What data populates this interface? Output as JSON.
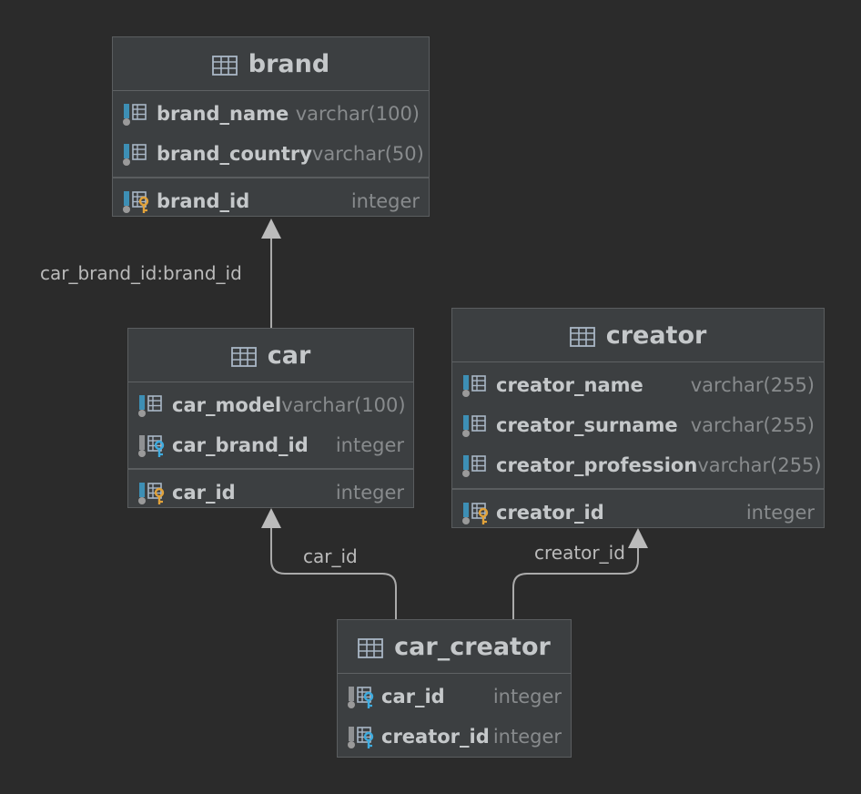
{
  "colors": {
    "background": "#2b2b2b",
    "table_bg": "#3c3f41",
    "column_icon": "#3d8fb5",
    "pk_key": "#e1a23a",
    "fk_key": "#3dabdf",
    "edge": "#aaaaaa"
  },
  "tables": {
    "brand": {
      "title": "brand",
      "columns": [
        {
          "name": "brand_name",
          "type": "varchar(100)",
          "icon": "column-icon"
        },
        {
          "name": "brand_country",
          "type": "varchar(50)",
          "icon": "column-icon"
        }
      ],
      "pk": {
        "name": "brand_id",
        "type": "integer",
        "icon": "primary-key-icon"
      }
    },
    "car": {
      "title": "car",
      "columns": [
        {
          "name": "car_model",
          "type": "varchar(100)",
          "icon": "column-icon"
        },
        {
          "name": "car_brand_id",
          "type": "integer",
          "icon": "foreign-key-icon"
        }
      ],
      "pk": {
        "name": "car_id",
        "type": "integer",
        "icon": "primary-key-icon"
      }
    },
    "creator": {
      "title": "creator",
      "columns": [
        {
          "name": "creator_name",
          "type": "varchar(255)",
          "icon": "column-icon"
        },
        {
          "name": "creator_surname",
          "type": "varchar(255)",
          "icon": "column-icon"
        },
        {
          "name": "creator_profession",
          "type": "varchar(255)",
          "icon": "column-icon"
        }
      ],
      "pk": {
        "name": "creator_id",
        "type": "integer",
        "icon": "primary-key-icon"
      }
    },
    "car_creator": {
      "title": "car_creator",
      "columns": [
        {
          "name": "car_id",
          "type": "integer",
          "icon": "foreign-key-icon"
        },
        {
          "name": "creator_id",
          "type": "integer",
          "icon": "foreign-key-icon"
        }
      ]
    }
  },
  "relations": {
    "car_brand": "car_brand_id:brand_id",
    "car_creator_car": "car_id",
    "car_creator_creator": "creator_id"
  }
}
